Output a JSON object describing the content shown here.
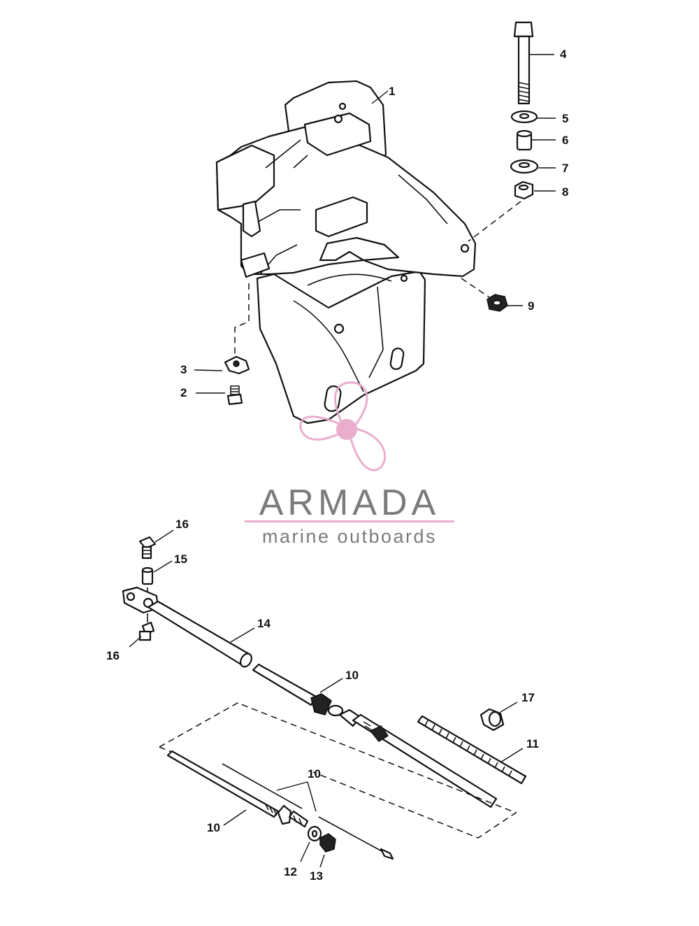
{
  "callouts": {
    "c1": "1",
    "c2": "2",
    "c3": "3",
    "c4": "4",
    "c5": "5",
    "c6": "6",
    "c7": "7",
    "c8": "8",
    "c9": "9",
    "c10a": "10",
    "c10b": "10",
    "c10c": "10",
    "c11": "11",
    "c12": "12",
    "c13": "13",
    "c14": "14",
    "c15": "15",
    "c16a": "16",
    "c16b": "16",
    "c17": "17"
  },
  "watermark": {
    "title": "ARMADA",
    "subtitle": "marine outboards",
    "accent_color": "#e8a6c8",
    "text_color": "#6d6d6d"
  }
}
